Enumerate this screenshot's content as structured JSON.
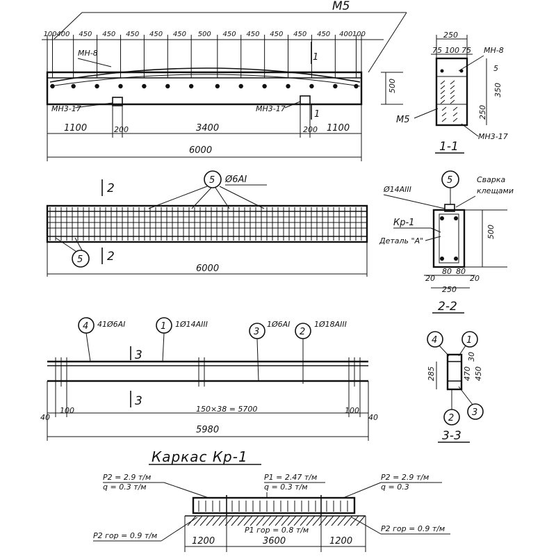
{
  "top_beam": {
    "mark": "M5",
    "spacings": [
      "100",
      "400",
      "450",
      "450",
      "450",
      "450",
      "450",
      "500",
      "450",
      "450",
      "450",
      "450",
      "450",
      "400",
      "100"
    ],
    "tags": {
      "left": "МН-8",
      "bottom_left": "МН3-17",
      "bottom_right": "МН3-17"
    },
    "section_marks": [
      "1",
      "1"
    ],
    "dims_bottom": [
      "1100",
      "200",
      "3400",
      "200",
      "1100"
    ],
    "total": "6000",
    "height": "500"
  },
  "section_1": {
    "title": "1-1",
    "width": "250",
    "sub_dims": [
      "75",
      "100",
      "75"
    ],
    "height": "500",
    "right_dims": [
      "5",
      "350",
      "250"
    ],
    "tags": {
      "top": "МН-8",
      "left": "M5",
      "bottom": "МН3-17"
    }
  },
  "rebar_beam": {
    "callout": "5",
    "bar_label": "Ø6AI",
    "section_marks": [
      "2",
      "2"
    ],
    "total": "6000"
  },
  "section_2": {
    "title": "2-2",
    "callout": "5",
    "left_label": "Ø14AIII",
    "right_label_1": "Сварка",
    "right_label_2": "клещами",
    "frame_label": "Кр-1",
    "detail_label": "Деталь \"А\"",
    "height": "500",
    "bottom_dims": [
      "20",
      "80",
      "80",
      "20"
    ],
    "width": "250"
  },
  "cage": {
    "callouts": [
      {
        "num": "4",
        "label": "41Ø6AI"
      },
      {
        "num": "1",
        "label": "1Ø14AIII"
      },
      {
        "num": "3",
        "label": "1Ø6AI"
      },
      {
        "num": "2",
        "label": "1Ø18AIII"
      }
    ],
    "section_marks": [
      "3",
      "3"
    ],
    "spacing_text": "150×38 = 5700",
    "edge_dims": [
      "40",
      "100",
      "100",
      "40"
    ],
    "total": "5980",
    "title": "Каркас Кр-1"
  },
  "section_3": {
    "title": "3-3",
    "callouts": [
      "4",
      "1",
      "2",
      "3"
    ],
    "dims": [
      "285",
      "30",
      "470",
      "450"
    ]
  },
  "loads": {
    "left_p": "P2 = 2.9 т/м",
    "left_q": "q = 0.3 т/м",
    "mid_p": "P1 = 2.47 т/м",
    "mid_q": "q = 0.3 т/м",
    "right_p": "P2 = 2.9 т/м",
    "right_q": "q = 0.3",
    "bot_left": "P2 гор = 0.9 т/м",
    "bot_mid": "P1 гор = 0.8 т/м",
    "bot_right": "P2 гор = 0.9 т/м",
    "dims": [
      "1200",
      "3600",
      "1200"
    ]
  }
}
